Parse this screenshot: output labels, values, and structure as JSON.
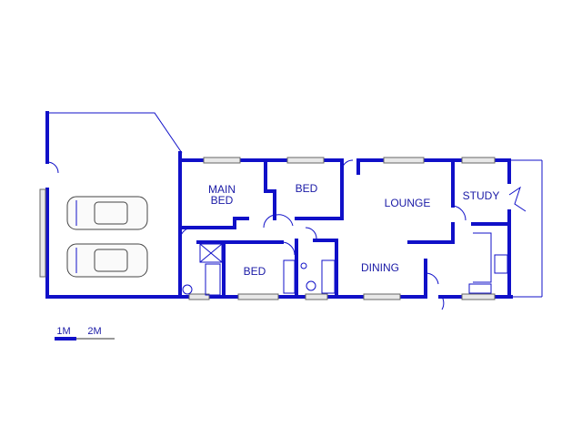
{
  "plan": {
    "rooms": {
      "main_bed_line1": "MAIN",
      "main_bed_line2": "BED",
      "bed_top": "BED",
      "bed_bottom": "BED",
      "lounge": "LOUNGE",
      "study": "STUDY",
      "dining": "DINING"
    },
    "scale": {
      "label_1m": "1M",
      "label_2m": "2M"
    }
  },
  "colors": {
    "wall": "#1010c8",
    "label": "#1a1aa6"
  }
}
